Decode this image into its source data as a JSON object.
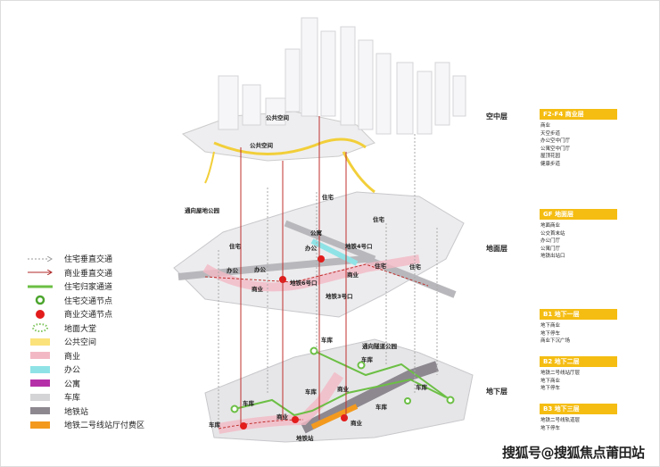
{
  "diagram_labels": {
    "public_space_1": "公共空间",
    "public_space_2": "公共空间",
    "to_park_1": "通向屋地公园",
    "res_1": "住宅",
    "res_2": "住宅",
    "res_3": "住宅",
    "res_4": "住宅",
    "res_5": "住宅",
    "apartment": "公寓",
    "office_1": "办公",
    "office_2": "办公",
    "office_3": "办公",
    "metro4": "地铁4号口",
    "metro6": "地铁6号口",
    "metro3": "地铁3号口",
    "commerce_gf_1": "商业",
    "commerce_gf_2": "商业",
    "garage_1": "车库",
    "garage_2": "车库",
    "garage_3": "车库",
    "garage_4": "车库",
    "garage_5": "车库",
    "garage_6": "车库",
    "garage_7": "车库",
    "commerce_b_1": "商业",
    "commerce_b_2": "商业",
    "commerce_b_3": "商业",
    "metro_station": "地铁站",
    "to_park_2": "通向隧道公园"
  },
  "legend": [
    {
      "label": "住宅垂直交通",
      "icon": "dashed-arrow"
    },
    {
      "label": "商业垂直交通",
      "icon": "red-arrow"
    },
    {
      "label": "住宅归家通道",
      "icon": "green-line"
    },
    {
      "label": "住宅交通节点",
      "icon": "green-ring"
    },
    {
      "label": "商业交通节点",
      "icon": "red-dot"
    },
    {
      "label": "地面大堂",
      "icon": "dotted-ring"
    },
    {
      "label": "公共空间",
      "color": "#fbe27a"
    },
    {
      "label": "商业",
      "color": "#f2b9c4"
    },
    {
      "label": "办公",
      "color": "#8fe3e6"
    },
    {
      "label": "公寓",
      "color": "#b530a8"
    },
    {
      "label": "车库",
      "color": "#d4d4d6"
    },
    {
      "label": "地铁站",
      "color": "#8d8890"
    },
    {
      "label": "地铁二号线站厅付费区",
      "color": "#f39a1e"
    }
  ],
  "floors": {
    "sky": "空中层",
    "ground": "地面层",
    "under": "地下层"
  },
  "sections": [
    {
      "title": "F2-F4  商业层",
      "items": [
        "商业",
        "天空步道",
        "办公空中门厅",
        "公寓空中门厅",
        "屋顶花园",
        "健康步道"
      ]
    },
    {
      "title": "GF  地面层",
      "items": [
        "地面商业",
        "公交首末站",
        "办公门厅",
        "公寓门厅",
        "地铁出站口"
      ]
    },
    {
      "title": "B1  地下一层",
      "items": [
        "地下商业",
        "地下停车",
        "商业下沉广场"
      ]
    },
    {
      "title": "B2  地下二层",
      "items": [
        "地铁二号线站厅层",
        "地下商业",
        "地下停车"
      ]
    },
    {
      "title": "B3  地下三层",
      "items": [
        "地铁二号线轨道层",
        "地下停车"
      ]
    }
  ],
  "watermark": "搜狐号@搜狐焦点莆田站"
}
